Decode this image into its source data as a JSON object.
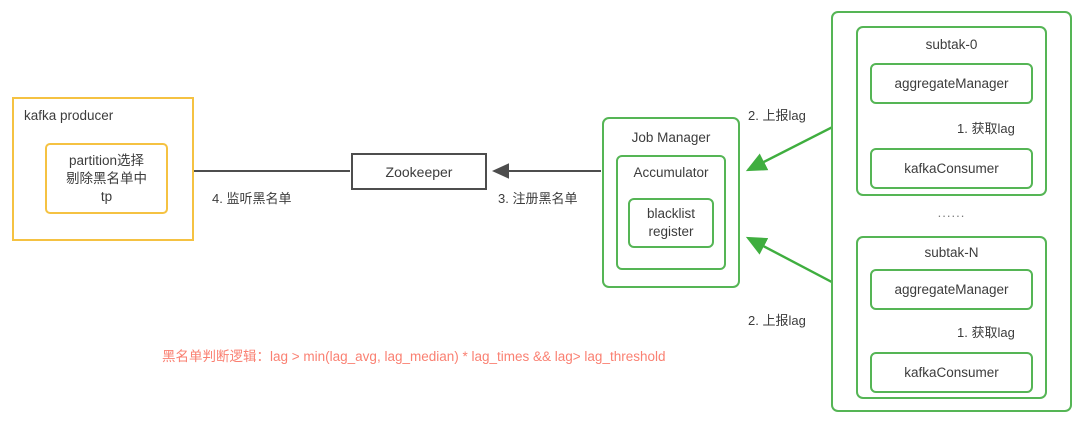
{
  "diagram": {
    "title_text_color": "#3c3c3c",
    "colors": {
      "orange": "#f5c242",
      "green": "#55b555",
      "grey": "#4d4d4d",
      "red": "#fa8072"
    },
    "kafka_producer": {
      "title": "kafka producer",
      "inner_line1": "partition选择",
      "inner_line2": "剔除黑名单中",
      "inner_line3": "tp"
    },
    "zookeeper": {
      "label": "Zookeeper"
    },
    "job_manager": {
      "title": "Job Manager",
      "accumulator": "Accumulator",
      "blacklist_line1": "blacklist",
      "blacklist_line2": "register"
    },
    "subtasks": [
      {
        "title": "subtak-0",
        "aggregate_manager": "aggregateManager",
        "kafka_consumer": "kafkaConsumer",
        "internal_arrow_label": "1. 获取lag",
        "report_label": "2. 上报lag"
      },
      {
        "title": "subtak-N",
        "aggregate_manager": "aggregateManager",
        "kafka_consumer": "kafkaConsumer",
        "internal_arrow_label": "1. 获取lag",
        "report_label": "2. 上报lag"
      }
    ],
    "ellipsis": "......",
    "arrow_labels": {
      "register_blacklist": "3. 注册黑名单",
      "watch_blacklist": "4. 监听黑名单"
    },
    "formula": "黑名单判断逻辑：lag > min(lag_avg, lag_median) * lag_times && lag> lag_threshold"
  }
}
